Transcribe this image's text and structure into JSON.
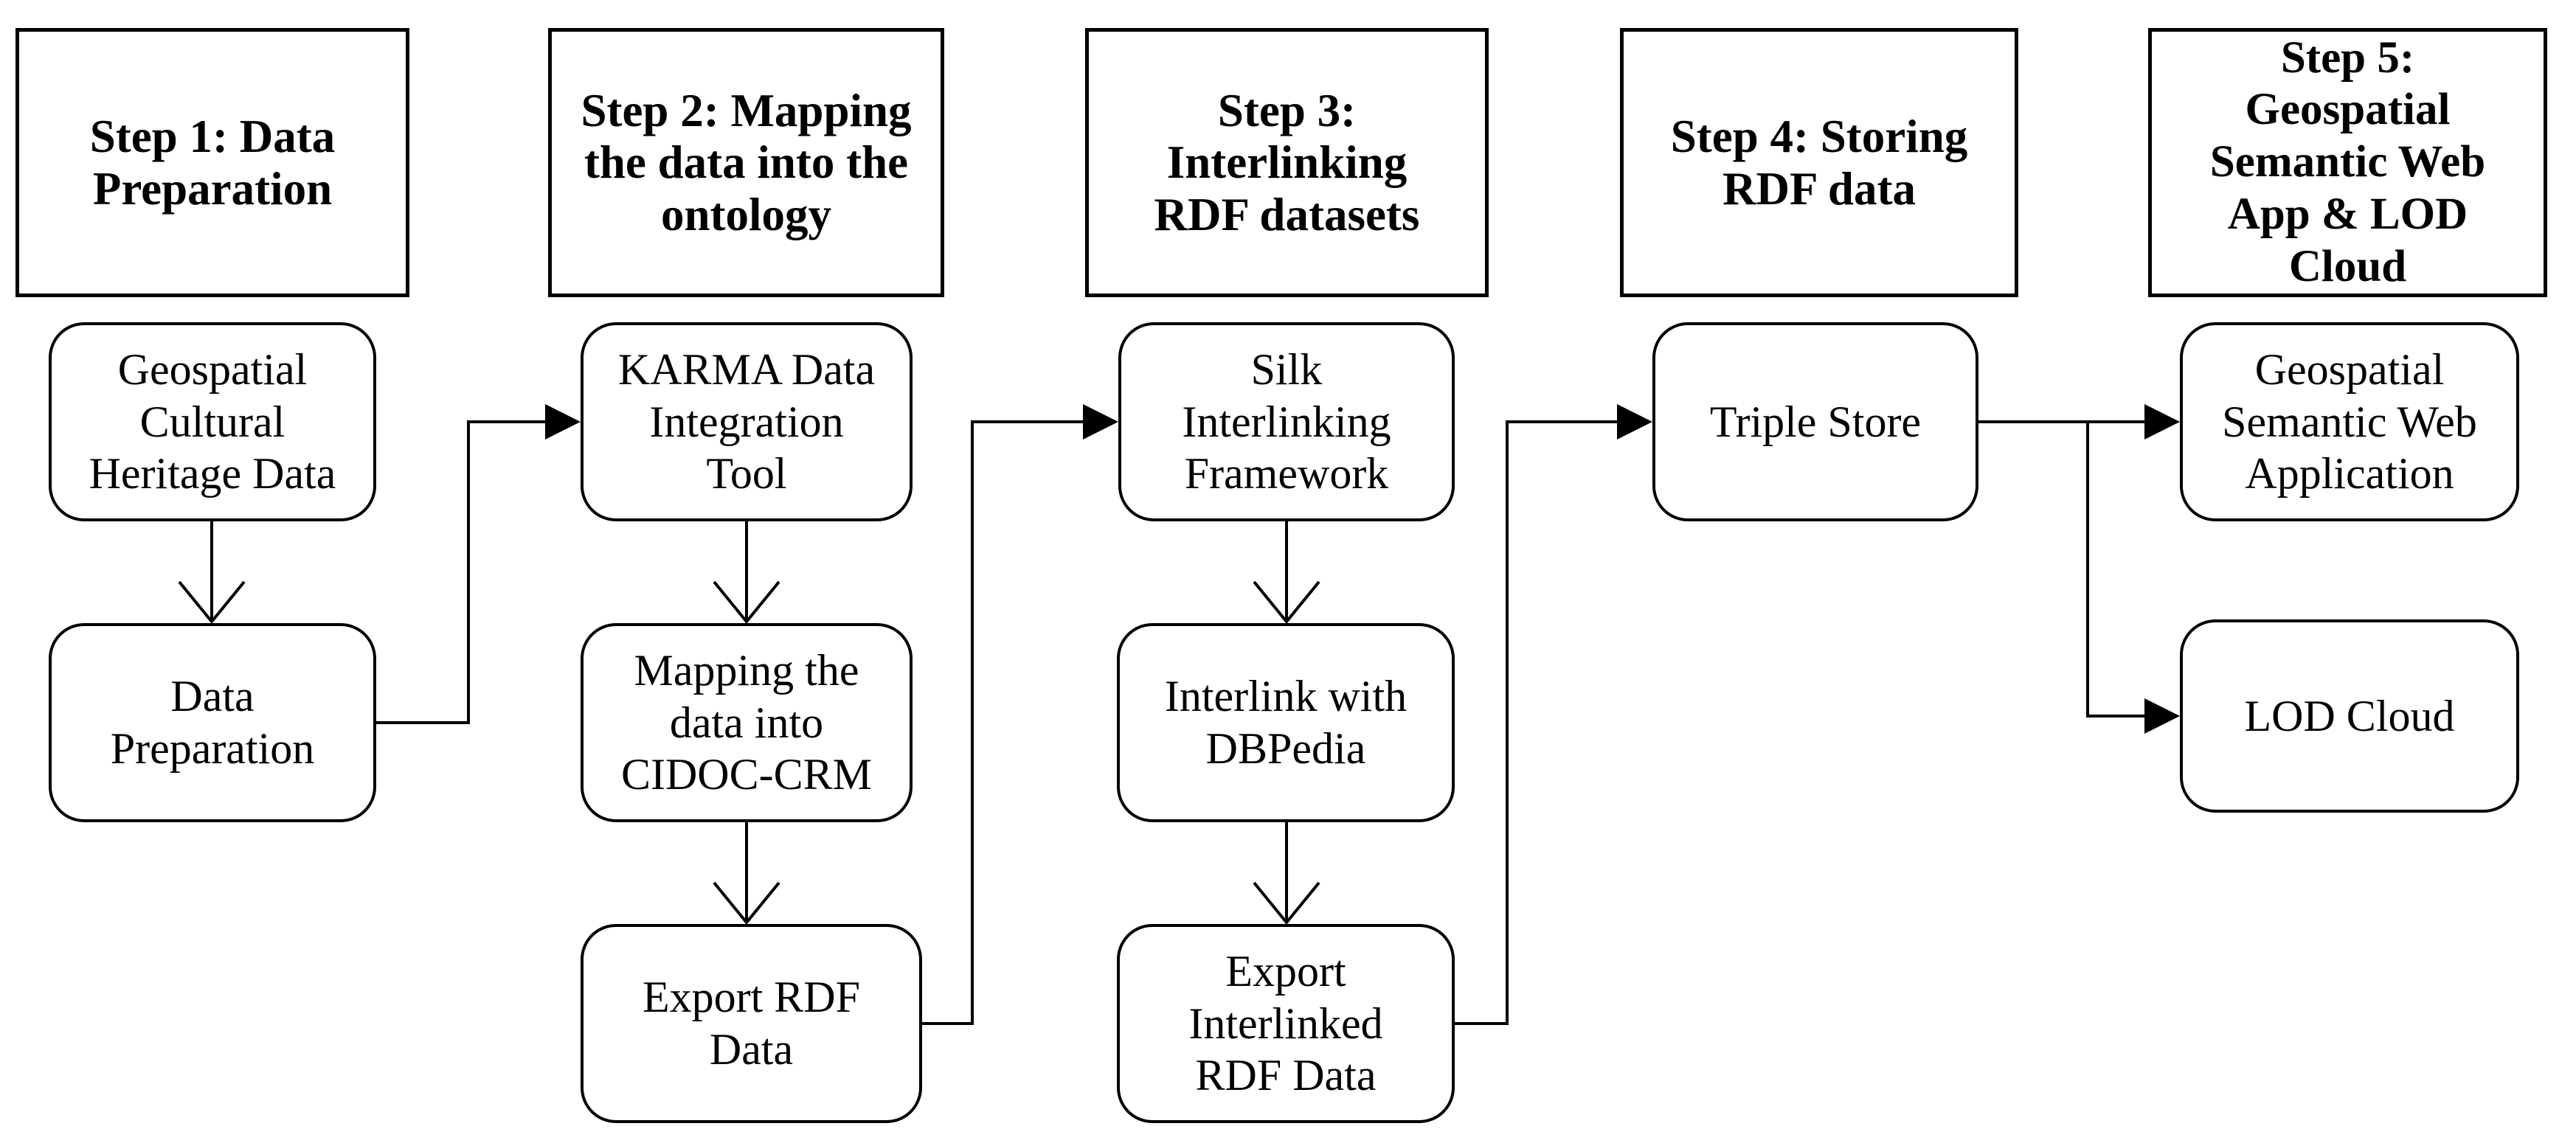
{
  "flowchart": {
    "background_color": "#ffffff",
    "line_color": "#000000",
    "text_color": "#000000",
    "box_fill_color": "#ffffff",
    "steps": [
      {
        "id": "step-1",
        "header": "Step 1: Data\nPreparation",
        "nodes": [
          {
            "id": "geospatial-cultural-heritage-data",
            "label": "Geospatial\nCultural\nHeritage Data"
          },
          {
            "id": "data-preparation",
            "label": "Data\nPreparation"
          }
        ]
      },
      {
        "id": "step-2",
        "header": "Step 2: Mapping\nthe data into the\nontology",
        "nodes": [
          {
            "id": "karma-data-integration-tool",
            "label": "KARMA Data\nIntegration\nTool"
          },
          {
            "id": "mapping-the-data-into-cidoc-crm",
            "label": "Mapping the\ndata into\nCIDOC-CRM"
          },
          {
            "id": "export-rdf-data",
            "label": "Export RDF\nData"
          }
        ]
      },
      {
        "id": "step-3",
        "header": "Step 3:\nInterlinking\nRDF datasets",
        "nodes": [
          {
            "id": "silk-interlinking-framework",
            "label": "Silk\nInterlinking\nFramework"
          },
          {
            "id": "interlink-with-dbpedia",
            "label": "Interlink with\nDBPedia"
          },
          {
            "id": "export-interlinked-rdf-data",
            "label": "Export\nInterlinked\nRDF Data"
          }
        ]
      },
      {
        "id": "step-4",
        "header": "Step 4: Storing\nRDF data",
        "nodes": [
          {
            "id": "triple-store",
            "label": "Triple Store"
          }
        ]
      },
      {
        "id": "step-5",
        "header": "Step 5:\nGeospatial\nSemantic Web\nApp & LOD\nCloud",
        "nodes": [
          {
            "id": "geospatial-semantic-web-application",
            "label": "Geospatial\nSemantic Web\nApplication"
          },
          {
            "id": "lod-cloud",
            "label": "LOD Cloud"
          }
        ]
      }
    ],
    "edges": [
      {
        "from": "geospatial-cultural-heritage-data",
        "to": "data-preparation"
      },
      {
        "from": "data-preparation",
        "to": "karma-data-integration-tool"
      },
      {
        "from": "karma-data-integration-tool",
        "to": "mapping-the-data-into-cidoc-crm"
      },
      {
        "from": "mapping-the-data-into-cidoc-crm",
        "to": "export-rdf-data"
      },
      {
        "from": "export-rdf-data",
        "to": "silk-interlinking-framework"
      },
      {
        "from": "silk-interlinking-framework",
        "to": "interlink-with-dbpedia"
      },
      {
        "from": "interlink-with-dbpedia",
        "to": "export-interlinked-rdf-data"
      },
      {
        "from": "export-interlinked-rdf-data",
        "to": "triple-store"
      },
      {
        "from": "triple-store",
        "to": "geospatial-semantic-web-application"
      },
      {
        "from": "triple-store",
        "to": "lod-cloud"
      }
    ]
  }
}
